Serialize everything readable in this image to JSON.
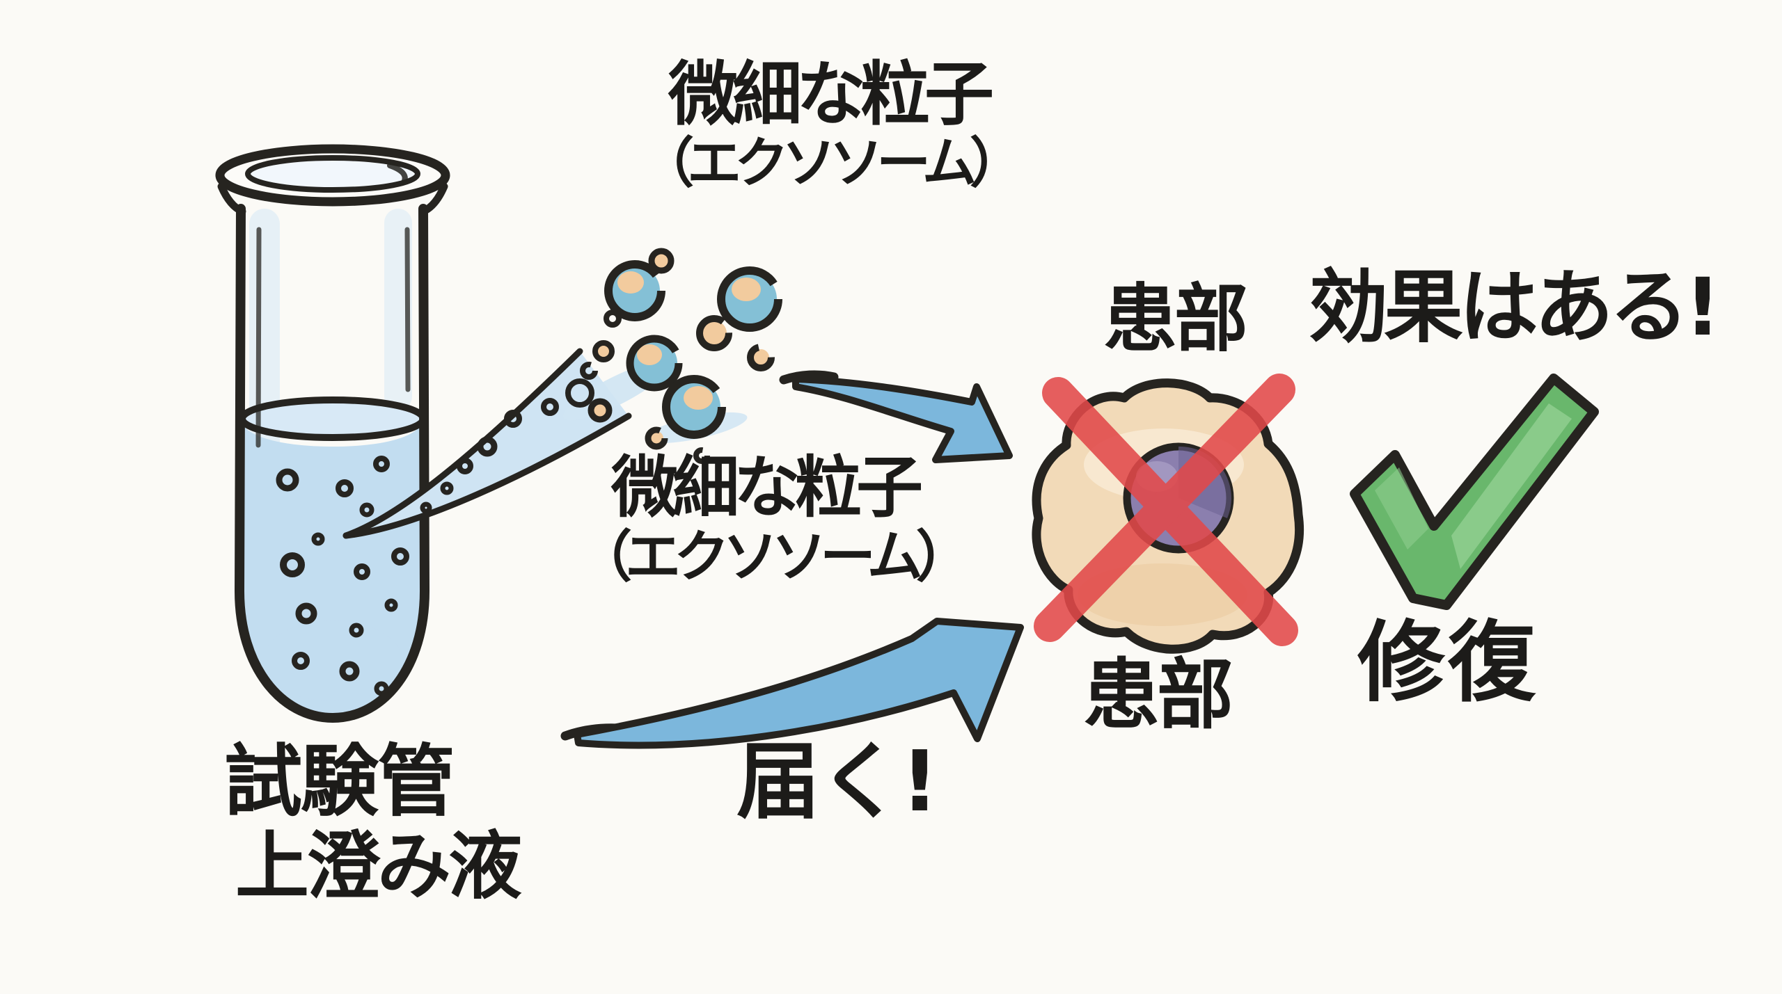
{
  "title": "exosome-supernatant-illustration",
  "labels": {
    "particles_top": {
      "line1": "微細な粒子",
      "line2": "（エクソソーム）"
    },
    "particles_mid": {
      "line1": "微細な粒子",
      "line2": "（エクソソーム）"
    },
    "affected_area_top": "患部",
    "affected_area_bottom": "患部",
    "effect": "効果はある!",
    "repair": "修復",
    "reach": "届く!",
    "test_tube": {
      "line1": "試験管",
      "line2": "上澄み液"
    }
  },
  "icons": {
    "check_icon": "green-checkmark",
    "cross_icon": "red-x-cross",
    "test_tube_icon": "test-tube-with-supernatant",
    "cell_icon": "affected-cell",
    "particles_icon": "exosome-particles",
    "arrows": "curved-blue-arrows"
  },
  "colors": {
    "paper": "#fbfaf6",
    "ink": "#262420",
    "text": "#1c1b19",
    "arrow_blue": "#7cb7dc",
    "spray_blue": "#cfe4f3",
    "particle_blue": "#84c0d6",
    "particle_tan": "#f2cb9e",
    "liquid_blue": "#c2ddf0",
    "liquid_surface": "#d8e9f6",
    "glass_tint": "#d9eaf6",
    "cell_fill": "#f2dab8",
    "cell_highlight": "#f9ead3",
    "nucleus_purple": "#8b7fae",
    "nucleus_shade": "#6e6394",
    "cross_red": "#e2494a",
    "check_green": "#69b76c",
    "check_highlight": "#92cf92"
  }
}
